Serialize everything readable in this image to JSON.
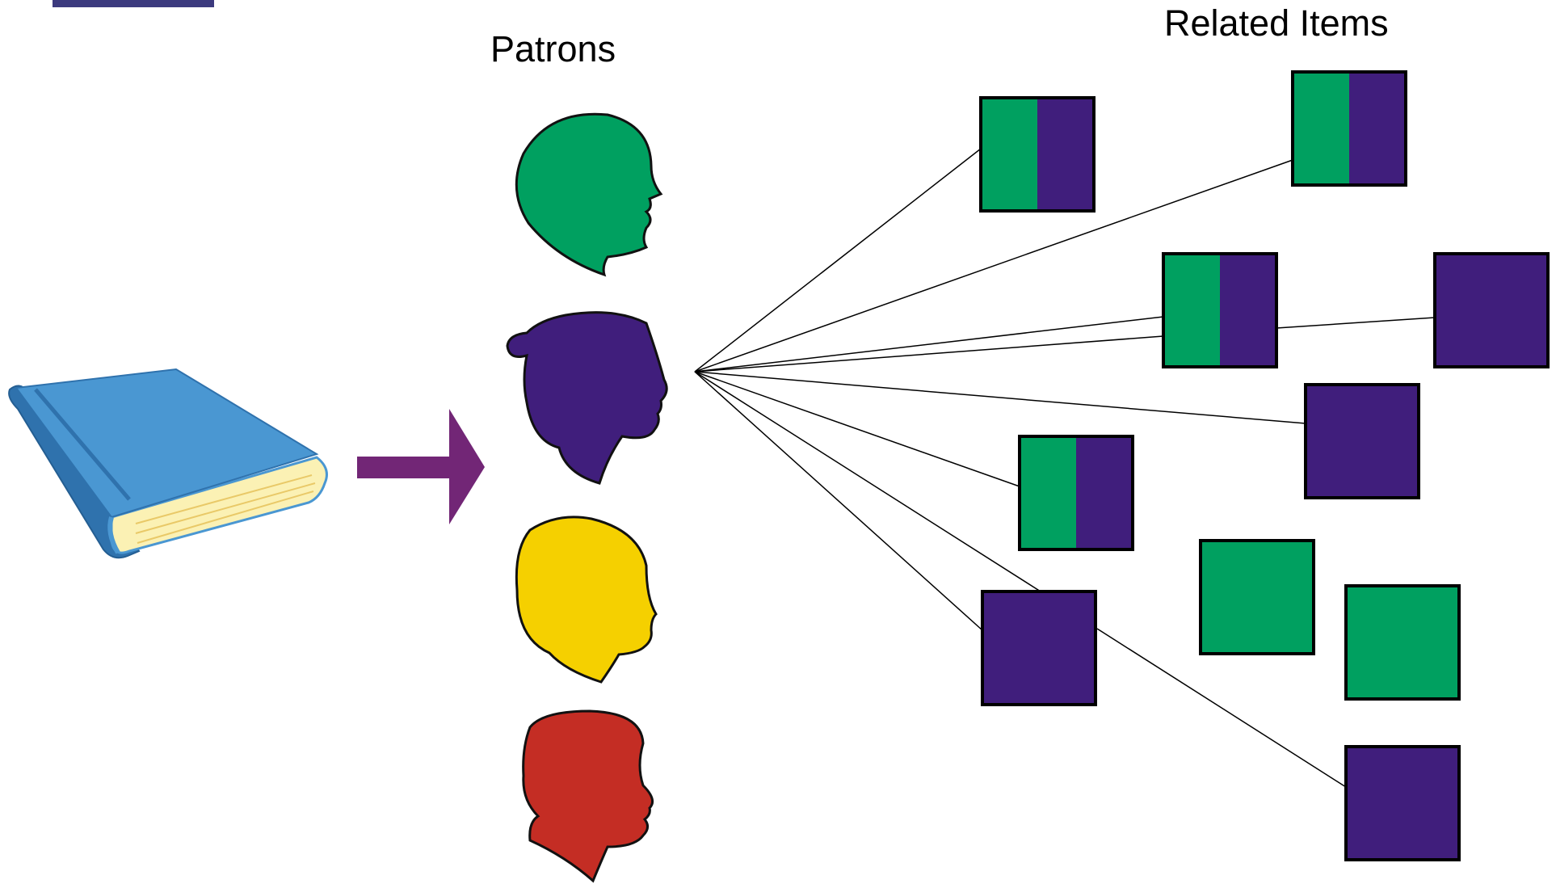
{
  "labels": {
    "patrons": "Patrons",
    "related_items": "Related Items"
  },
  "colors": {
    "green": "#00a060",
    "purple": "#401e7c",
    "yellow": "#f5d000",
    "red": "#c42d24",
    "arrow": "#722676",
    "book_blue": "#4a97d2",
    "book_blue_dark": "#2f72ad",
    "book_pages": "#fbf1b4",
    "corner_bar": "#3c3a7e"
  },
  "patrons": [
    {
      "name": "patron-head-green",
      "color": "green"
    },
    {
      "name": "patron-head-purple",
      "color": "purple"
    },
    {
      "name": "patron-head-yellow",
      "color": "yellow"
    },
    {
      "name": "patron-head-red",
      "color": "red"
    }
  ],
  "related_items": [
    {
      "name": "related-item-split",
      "fill": "split"
    },
    {
      "name": "related-item-split",
      "fill": "split"
    },
    {
      "name": "related-item-split",
      "fill": "split"
    },
    {
      "name": "related-item-purple",
      "fill": "purple"
    },
    {
      "name": "related-item-purple",
      "fill": "purple"
    },
    {
      "name": "related-item-split",
      "fill": "split"
    },
    {
      "name": "related-item-green",
      "fill": "green"
    },
    {
      "name": "related-item-green",
      "fill": "green"
    },
    {
      "name": "related-item-purple",
      "fill": "purple"
    },
    {
      "name": "related-item-purple",
      "fill": "purple"
    }
  ]
}
